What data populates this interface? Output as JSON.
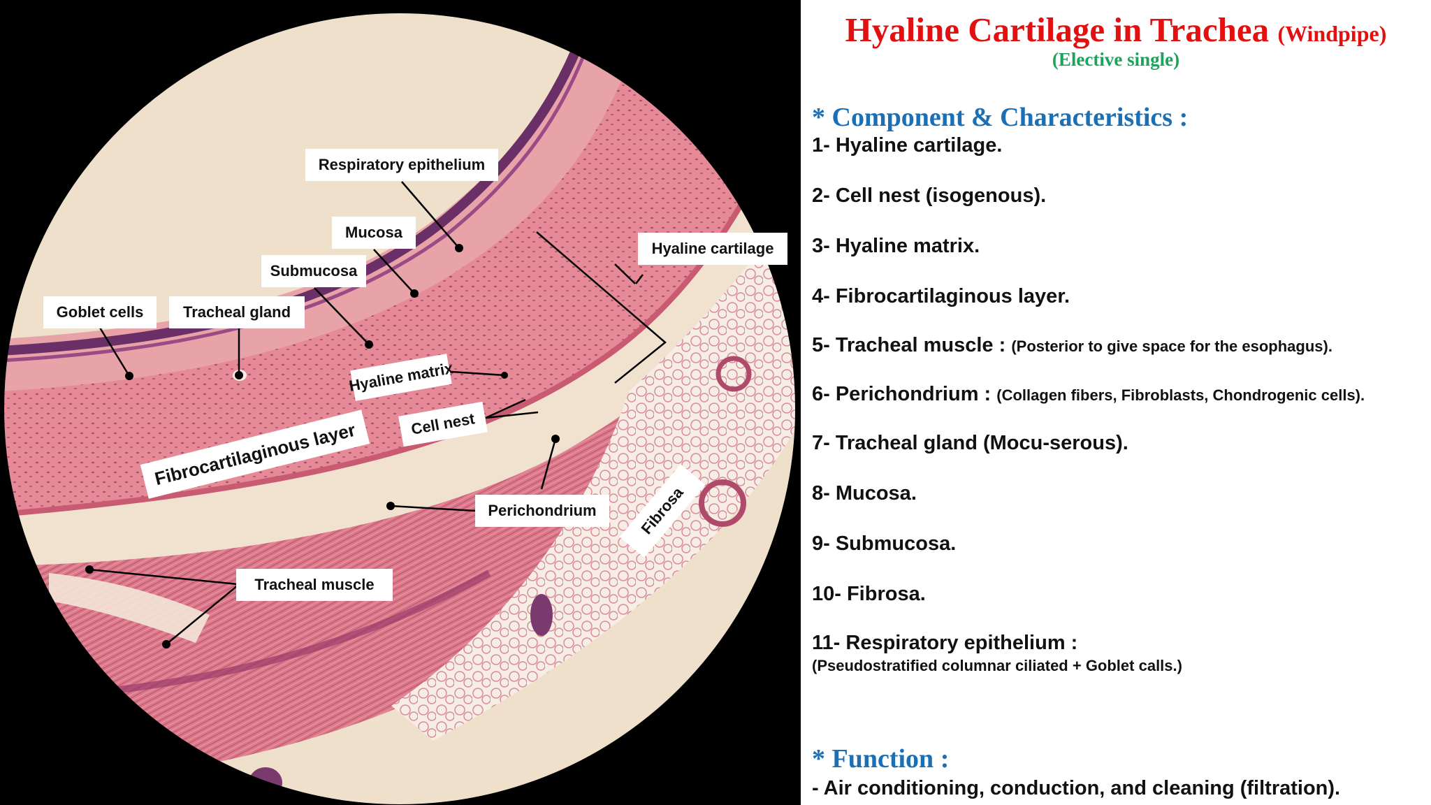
{
  "micrograph": {
    "labels": {
      "respiratory_epithelium": "Respiratory epithelium",
      "mucosa": "Mucosa",
      "submucosa": "Submucosa",
      "goblet_cells": "Goblet cells",
      "tracheal_gland": "Tracheal gland",
      "hyaline_cartilage": "Hyaline cartilage",
      "hyaline_matrix": "Hyaline matrix",
      "cell_nest": "Cell nest",
      "fibrocartilaginous_layer": "Fibrocartilaginous layer",
      "perichondrium": "Perichondrium",
      "fibrosa": "Fibrosa",
      "tracheal_muscle": "Tracheal muscle"
    },
    "colors": {
      "background": "#000000",
      "field": "#efe0cc",
      "tissue_pink": "#e58a96",
      "tissue_dark": "#c85a72",
      "epithelium": "#6a2f66",
      "fat": "#f6ede4"
    }
  },
  "panel": {
    "title": "Hyaline Cartilage in Trachea",
    "title_suffix": "(Windpipe)",
    "subtitle": "(Elective single)",
    "components_heading": "* Component & Characteristics :",
    "items": [
      {
        "text": "1- Hyaline cartilage.",
        "note": ""
      },
      {
        "text": "2- Cell nest (isogenous).",
        "note": ""
      },
      {
        "text": "3- Hyaline matrix.",
        "note": ""
      },
      {
        "text": "4- Fibrocartilaginous layer.",
        "note": ""
      },
      {
        "text": "5- Tracheal muscle : ",
        "note": "(Posterior to give space for the esophagus)."
      },
      {
        "text": "6- Perichondrium : ",
        "note": "(Collagen fibers, Fibroblasts, Chondrogenic cells)."
      },
      {
        "text": "7- Tracheal gland (Mocu-serous).",
        "note": ""
      },
      {
        "text": "8- Mucosa.",
        "note": ""
      },
      {
        "text": "9- Submucosa.",
        "note": ""
      },
      {
        "text": "10- Fibrosa.",
        "note": ""
      },
      {
        "text": "11- Respiratory epithelium :",
        "note": ""
      }
    ],
    "item11_sub": "(Pseudostratified columnar ciliated + Goblet calls.)",
    "function_heading": "* Function :",
    "function_text": "- Air conditioning, conduction, and cleaning (filtration).",
    "colors": {
      "title": "#e31010",
      "subtitle": "#1fa35b",
      "heading": "#1b6fb5",
      "text": "#111111"
    }
  }
}
